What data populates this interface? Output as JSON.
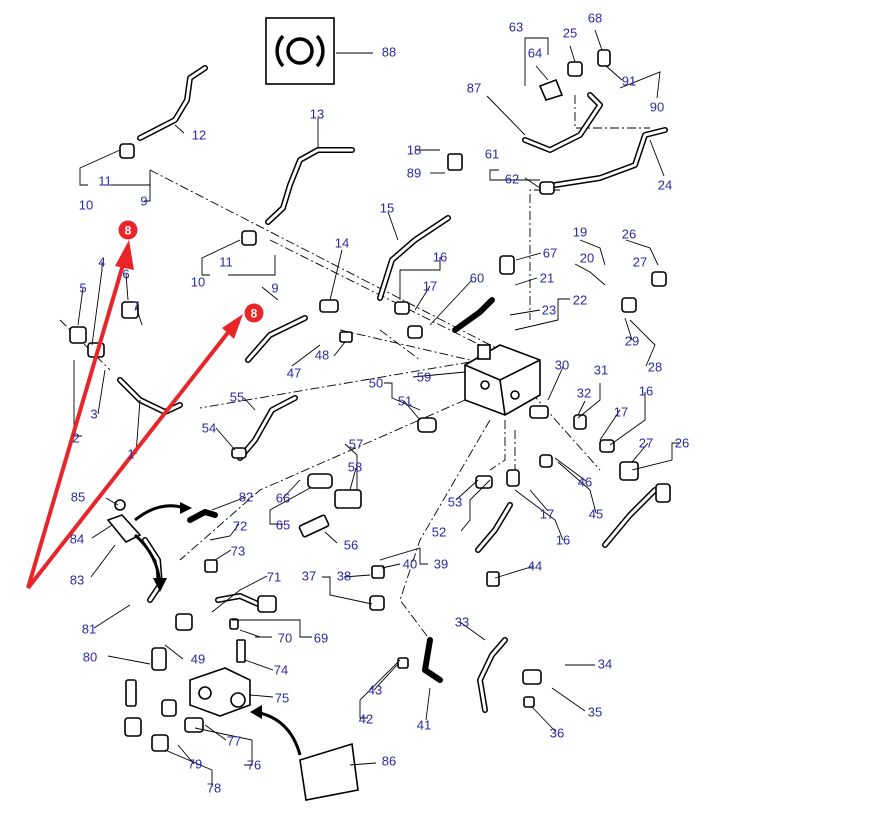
{
  "diagram": {
    "labels": {
      "n1": "1",
      "n2": "2",
      "n3": "3",
      "n4": "4",
      "n5": "5",
      "n6": "6",
      "n7": "7",
      "n9a": "9",
      "n9b": "9",
      "n10a": "10",
      "n10b": "10",
      "n11a": "11",
      "n11b": "11",
      "n12": "12",
      "n13": "13",
      "n14": "14",
      "n15": "15",
      "n16a": "16",
      "n16b": "16",
      "n16c": "16",
      "n17a": "17",
      "n17b": "17",
      "n17c": "17",
      "n18": "18",
      "n19": "19",
      "n20": "20",
      "n21": "21",
      "n22": "22",
      "n23": "23",
      "n24": "24",
      "n25": "25",
      "n26a": "26",
      "n26b": "26",
      "n27a": "27",
      "n27b": "27",
      "n28": "28",
      "n29": "29",
      "n30": "30",
      "n31": "31",
      "n32": "32",
      "n33": "33",
      "n34": "34",
      "n35": "35",
      "n36": "36",
      "n37": "37",
      "n38": "38",
      "n39": "39",
      "n40": "40",
      "n41": "41",
      "n42": "42",
      "n43": "43",
      "n44": "44",
      "n45": "45",
      "n46": "46",
      "n47": "47",
      "n48": "48",
      "n49": "49",
      "n50": "50",
      "n51": "51",
      "n52": "52",
      "n53": "53",
      "n54": "54",
      "n55": "55",
      "n56": "56",
      "n57": "57",
      "n58": "58",
      "n59": "59",
      "n60": "60",
      "n61": "61",
      "n62": "62",
      "n63": "63",
      "n64": "64",
      "n65": "65",
      "n66": "66",
      "n67": "67",
      "n68": "68",
      "n69": "69",
      "n70": "70",
      "n71": "71",
      "n72": "72",
      "n73": "73",
      "n74": "74",
      "n75": "75",
      "n76": "76",
      "n77": "77",
      "n78": "78",
      "n79": "79",
      "n80": "80",
      "n81": "81",
      "n82": "82",
      "n83": "83",
      "n84": "84",
      "n85": "85",
      "n86": "86",
      "n87": "87",
      "n88": "88",
      "n89": "89",
      "n90": "90",
      "n91": "91"
    },
    "markers": {
      "m1": "8",
      "m2": "8"
    },
    "colors": {
      "label": "#2a2aa8",
      "marker": "#e8262a",
      "arrow": "#e8262a",
      "line": "#000000"
    },
    "icons": {
      "header_symbol": "brake-warning-icon"
    }
  }
}
